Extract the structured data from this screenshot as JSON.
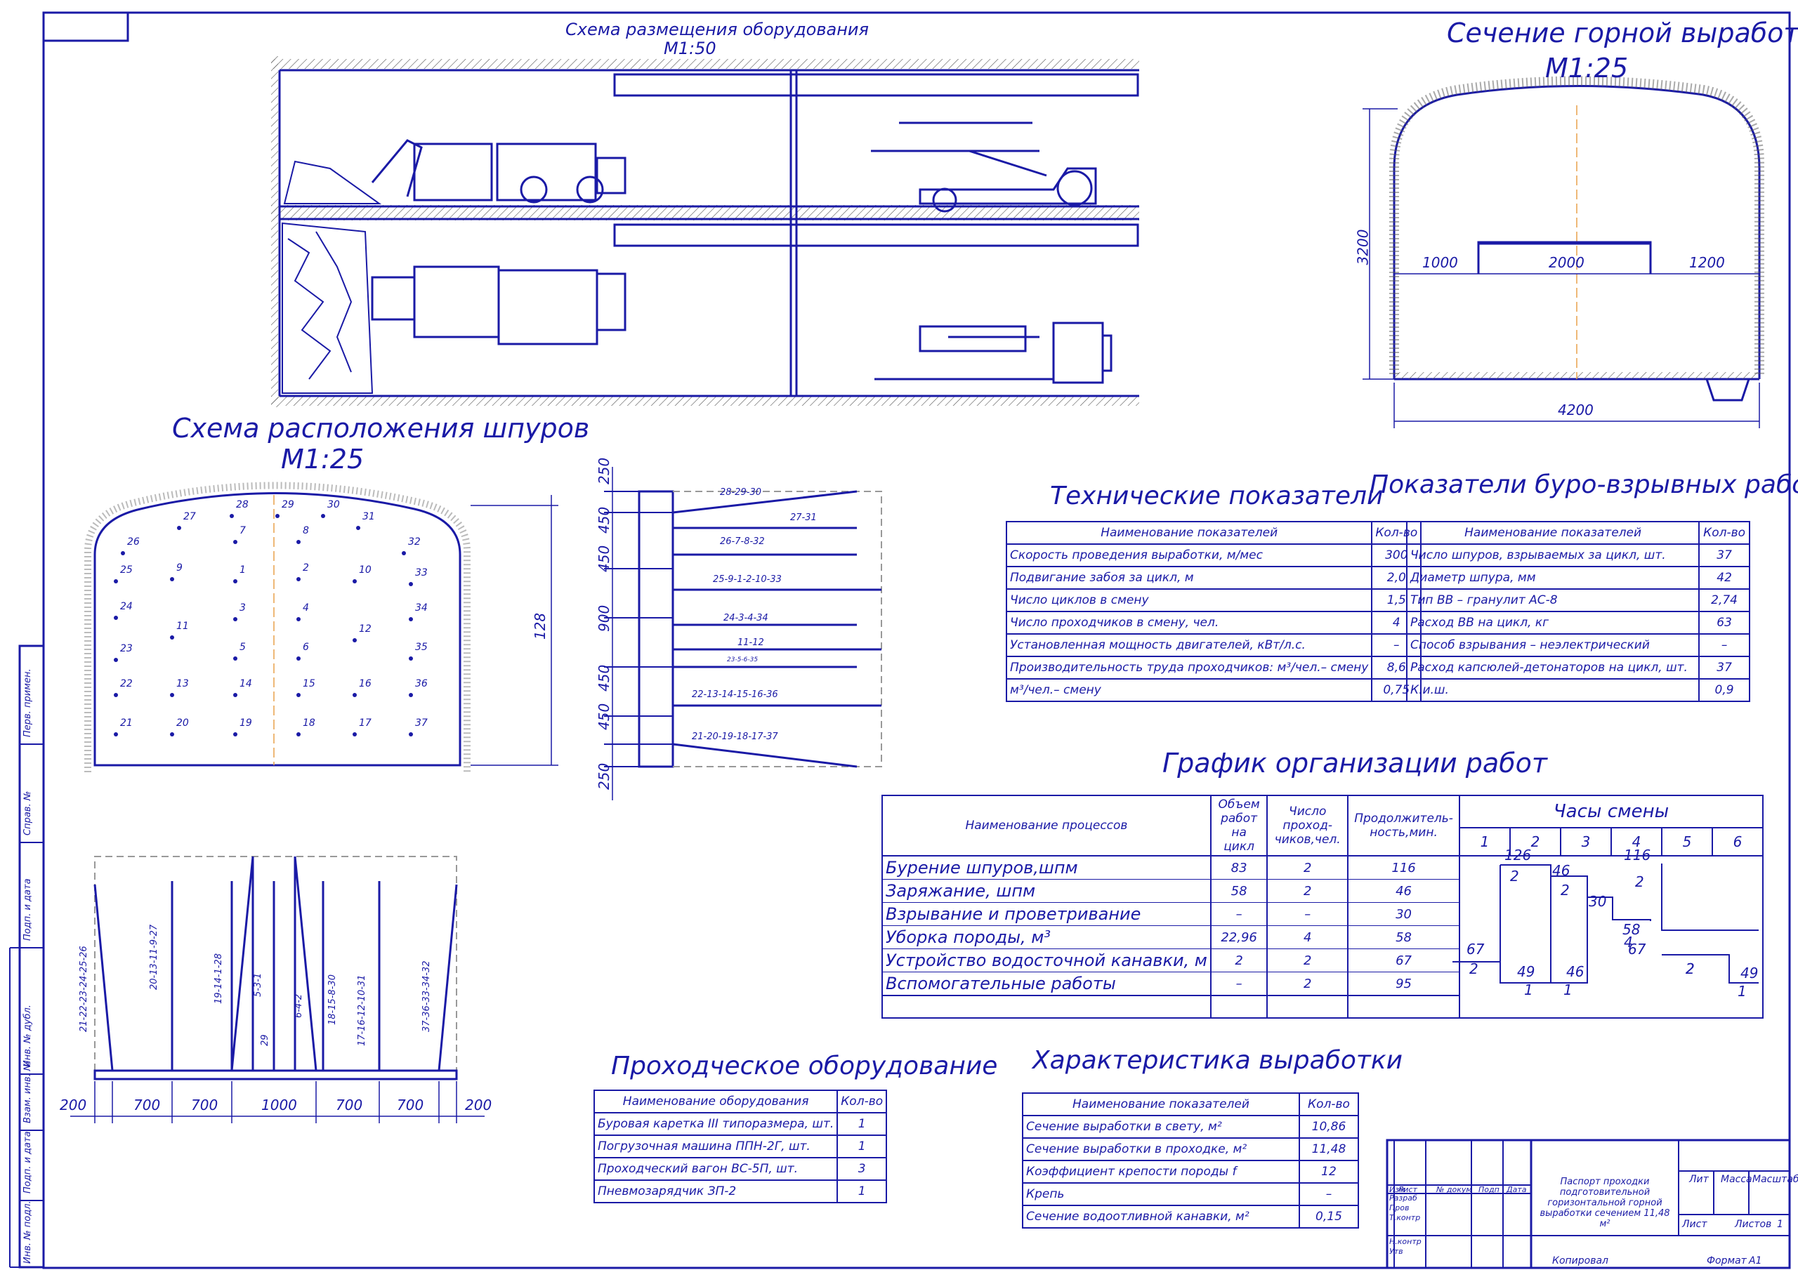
{
  "equipment_scheme": {
    "title": "Схема размещения оборудования",
    "scale": "М1:50"
  },
  "section": {
    "title": "Сечение горной выработки",
    "scale": "М1:25",
    "dims": {
      "left": "1000",
      "mid": "2000",
      "right": "1200",
      "height": "3200",
      "width": "4200"
    }
  },
  "holes": {
    "title": "Схема расположения шпуров",
    "scale": "М1:25",
    "height_dim": "128",
    "numbers": [
      "28",
      "29",
      "30",
      "27",
      "31",
      "7",
      "8",
      "26",
      "32",
      "25",
      "9",
      "1",
      "2",
      "10",
      "33",
      "24",
      "3",
      "4",
      "34",
      "11",
      "12",
      "23",
      "5",
      "6",
      "35",
      "22",
      "13",
      "14",
      "15",
      "16",
      "36",
      "21",
      "20",
      "19",
      "18",
      "17",
      "37"
    ]
  },
  "side_view": {
    "dims": [
      "250",
      "450",
      "450",
      "900",
      "450",
      "450",
      "250"
    ],
    "labels": [
      "28-29-30",
      "27-31",
      "26-7-8-32",
      "25-9-1-2-10-33",
      "24-3-4-34",
      "11-12",
      "23-5-6-35",
      "22-13-14-15-16-36",
      "21-20-19-18-17-37"
    ]
  },
  "plan_view": {
    "labels": [
      "21-22-23-24-25-26",
      "20-13-11-9-27",
      "19-14-1-28",
      "5-3-1",
      "29",
      "6-4-2",
      "18-15-8-30",
      "17-16-12-10-31",
      "37-36-33-34-32"
    ],
    "dims": [
      "200",
      "700",
      "700",
      "1000",
      "700",
      "700",
      "200"
    ]
  },
  "tech": {
    "title": "Технические показатели",
    "header": [
      "Наименование показателей",
      "Кол-во"
    ],
    "rows": [
      [
        "Скорость проведения выработки, м/мес",
        "300"
      ],
      [
        "Подвигание забоя за цикл, м",
        "2,0"
      ],
      [
        "Число циклов в смену",
        "1,5"
      ],
      [
        "Число проходчиков в смену, чел.",
        "4"
      ],
      [
        "Установленная мощность двигателей, кВт/л.с.",
        "–"
      ],
      [
        "Производительность труда проходчиков: м³/чел.– смену",
        "8,6"
      ],
      [
        "м³/чел.– смену",
        "0,75"
      ]
    ]
  },
  "blast": {
    "title": "Показатели буро-взрывных работ",
    "header": [
      "Наименование показателей",
      "Кол-во"
    ],
    "rows": [
      [
        "Число шпуров, взрываемых за цикл, шт.",
        "37"
      ],
      [
        "Диаметр шпура, мм",
        "42"
      ],
      [
        "Тип ВВ – гранулит АС-8",
        "2,74"
      ],
      [
        "Расход ВВ на цикл, кг",
        "63"
      ],
      [
        "Способ взрывания – неэлектрический",
        "–"
      ],
      [
        "Расход капсюлей-детонаторов на цикл, шт.",
        "37"
      ],
      [
        "К.и.ш.",
        "0,9"
      ]
    ]
  },
  "schedule": {
    "title": "График организации работ",
    "hours_title": "Часы смены",
    "header": [
      "Наименование процессов",
      "Объем работ на цикл",
      "Число проход-чиков,чел.",
      "Продолжитель-ность,мин."
    ],
    "hours": [
      "1",
      "2",
      "3",
      "4",
      "5",
      "6"
    ],
    "rows": [
      [
        "Бурение шпуров,шпм",
        "83",
        "2",
        "116"
      ],
      [
        "Заряжание, шпм",
        "58",
        "2",
        "46"
      ],
      [
        "Взрывание и проветривание",
        "–",
        "–",
        "30"
      ],
      [
        "Уборка породы, м³",
        "22,96",
        "4",
        "58"
      ],
      [
        "Устройство водосточной канавки, м",
        "2",
        "2",
        "67"
      ],
      [
        "Вспомогательные работы",
        "–",
        "2",
        "95"
      ]
    ],
    "chart_labels": [
      "126",
      "116",
      "2",
      "46",
      "2",
      "2",
      "30",
      "58",
      "4",
      "67",
      "67",
      "2",
      "2",
      "49",
      "46",
      "49",
      "1",
      "1",
      "2",
      "1"
    ]
  },
  "equip": {
    "title": "Проходческое оборудование",
    "header": [
      "Наименование оборудования",
      "Кол-во"
    ],
    "rows": [
      [
        "Буровая каретка III типоразмера, шт.",
        "1"
      ],
      [
        "Погрузочная машина ППН-2Г, шт.",
        "1"
      ],
      [
        "Проходческий вагон ВС-5П, шт.",
        "3"
      ],
      [
        "Пневмозарядчик ЗП-2",
        "1"
      ]
    ]
  },
  "charact": {
    "title": "Характеристика выработки",
    "header": [
      "Наименование показателей",
      "Кол-во"
    ],
    "rows": [
      [
        "Сечение выработки в свету, м²",
        "10,86"
      ],
      [
        "Сечение выработки в проходке, м²",
        "11,48"
      ],
      [
        "Коэффициент крепости породы f",
        "12"
      ],
      [
        "Крепь",
        "–"
      ],
      [
        "Сечение водоотливной канавки, м²",
        "0,15"
      ]
    ]
  },
  "stamp": {
    "doc": "Паспорт проходки подготовительной горизонтальной горной выработки сечением 11,48 м²",
    "cols": [
      "Изм",
      "Лист",
      "№ докум",
      "Подп",
      "Дата"
    ],
    "roles": [
      "Разраб",
      "Пров",
      "Т.контр",
      "Н.контр",
      "Утв"
    ],
    "lit": "Лит",
    "mass": "Масса",
    "scale": "Масштаб",
    "sheet": "Лист",
    "sheets": "Листов",
    "sheets_val": "1",
    "copied": "Копировал",
    "format": "Формат",
    "format_val": "А1"
  },
  "side_stamp": [
    "Перв. примен.",
    "Справ. №",
    "Подп. и дата",
    "Инв. № дубл.",
    "Взам. инв. №",
    "Подп. и дата",
    "Инв. № подл."
  ]
}
